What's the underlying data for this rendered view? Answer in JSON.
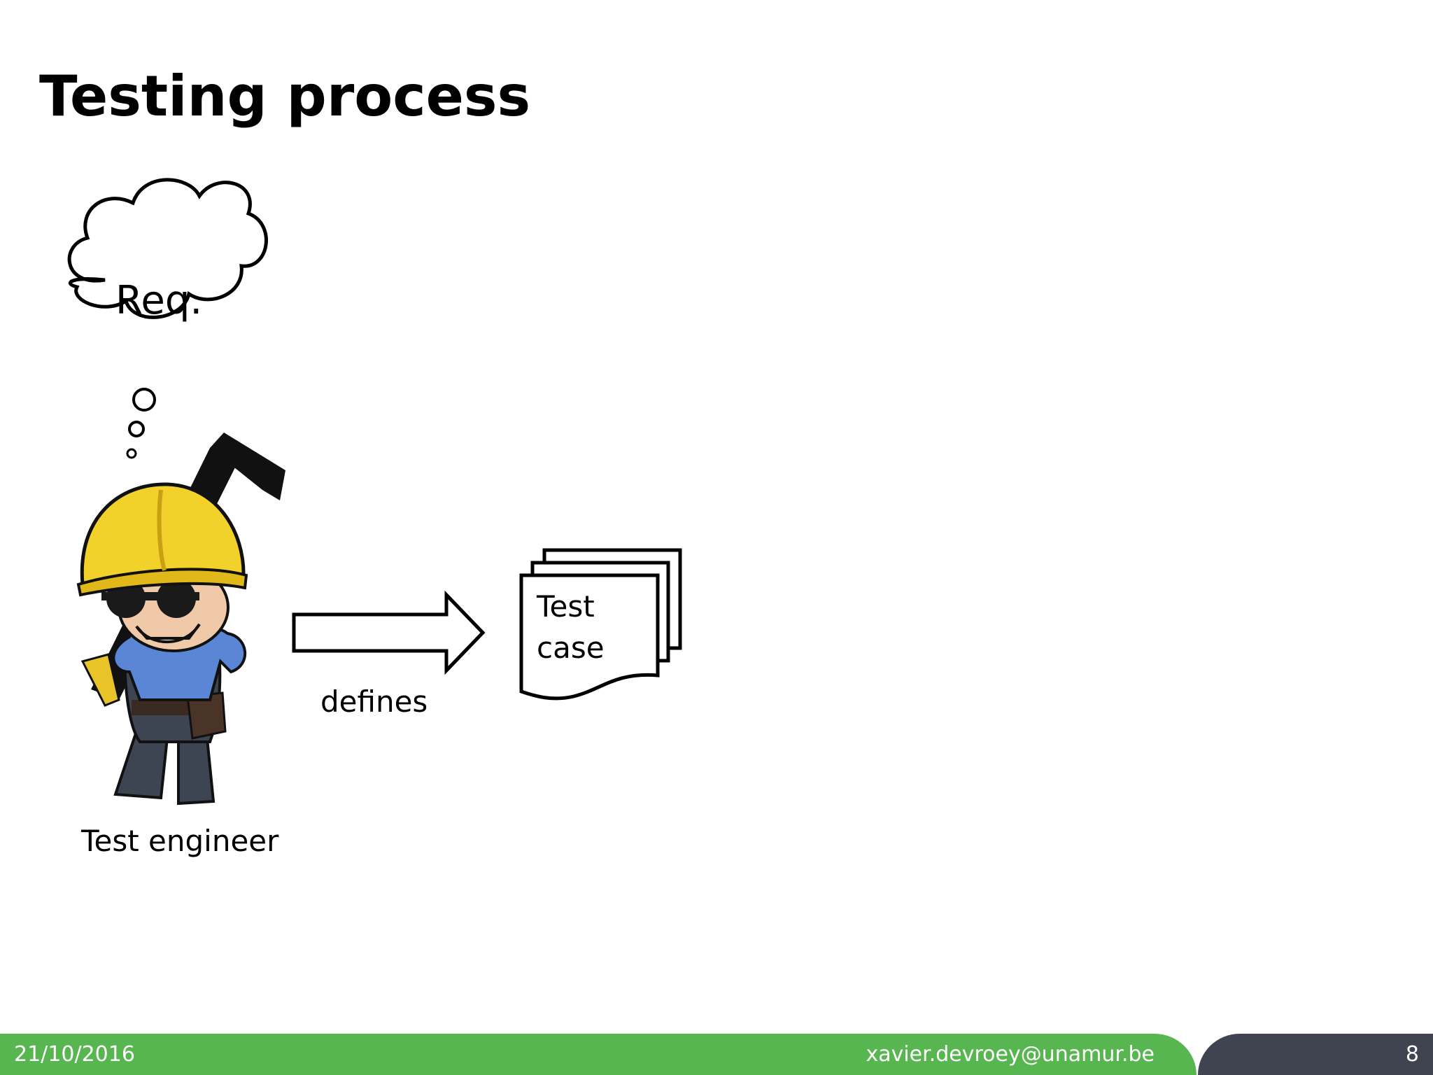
{
  "slide": {
    "title": "Testing process"
  },
  "diagram": {
    "thought_bubble_text": "Req.",
    "actor_label": "Test engineer",
    "arrow_label": "defines",
    "document_text_line1": "Test",
    "document_text_line2": "case"
  },
  "footer": {
    "date": "21/10/2016",
    "email": "xavier.devroey@unamur.be",
    "page_number": "8",
    "green_color": "#57b64f",
    "dark_color": "#404350"
  },
  "icons": [
    "thought-cloud-icon",
    "test-engineer-illustration",
    "right-arrow-icon",
    "document-stack-icon"
  ]
}
